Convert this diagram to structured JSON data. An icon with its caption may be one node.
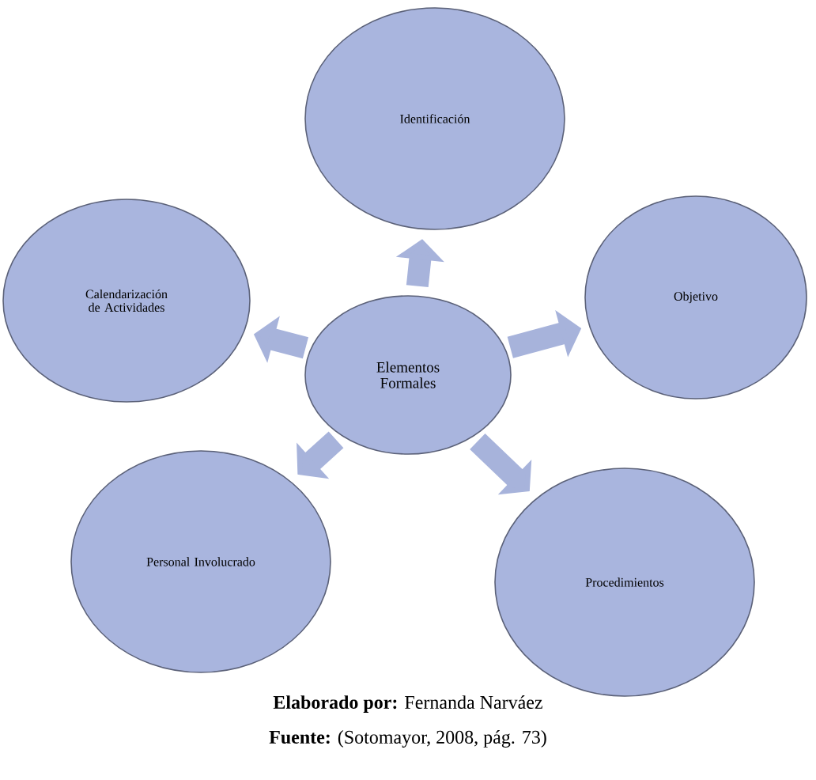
{
  "diagram": {
    "nodes": [
      {
        "text": [
          "Elementos Formales"
        ]
      },
      {
        "text": [
          "Identificación"
        ]
      },
      {
        "text": [
          "Objetivo"
        ]
      },
      {
        "text": [
          "Procedimientos"
        ]
      },
      {
        "text": [
          "Personal Involucrado"
        ]
      },
      {
        "text": [
          "Calendarización de Actividades"
        ]
      }
    ],
    "edges": [
      {
        "from": 0,
        "to": 1,
        "arrow": "to"
      },
      {
        "from": 0,
        "to": 2,
        "arrow": "to"
      },
      {
        "from": 0,
        "to": 3,
        "arrow": "to"
      },
      {
        "from": 0,
        "to": 4,
        "arrow": "to"
      },
      {
        "from": 0,
        "to": 5,
        "arrow": "to"
      }
    ],
    "labels": [
      "**Elaborado por:** Fernanda Narváez",
      "**Fuente:** (Sotomayor, 2008, pág. 73)"
    ]
  }
}
